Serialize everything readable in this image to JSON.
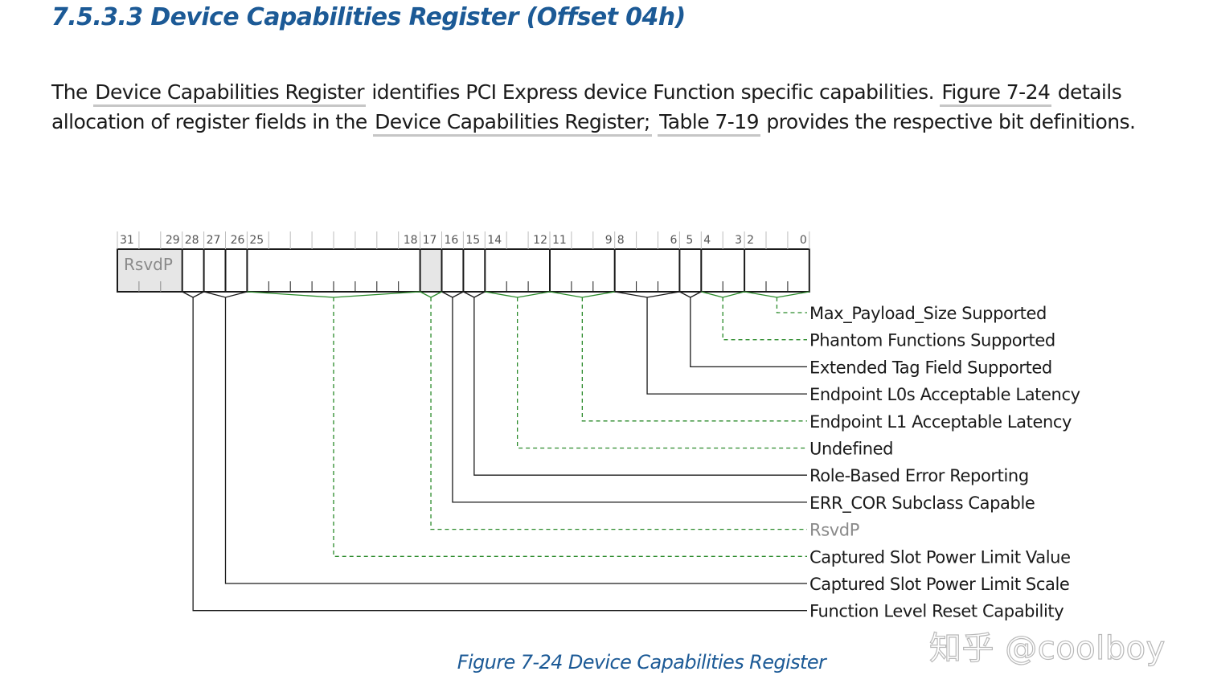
{
  "section": {
    "heading": "7.5.3.3 Device Capabilities Register (Offset 04h)"
  },
  "paragraph": {
    "line1_pre": "The ",
    "link_register_1": "Device Capabilities Register",
    "line1_mid": " identifies PCI Express device Function specific capabilities. ",
    "link_figure": "Figure  7-24",
    "line1_post": " details",
    "line2_pre": "allocation of register fields in the ",
    "link_register_2": "Device Capabilities Register;",
    "line2_mid": " ",
    "link_table": "Table  7-19",
    "line2_post": " provides the respective bit definitions."
  },
  "diagram": {
    "bit_labels": [
      "31",
      "29",
      "28",
      "27",
      "26",
      "25",
      "18",
      "17",
      "16",
      "15",
      "14",
      "12",
      "11",
      "9",
      "8",
      "6",
      "5",
      "4",
      "3",
      "2",
      "0"
    ],
    "reserved_label": "RsvdP",
    "fields": [
      {
        "label": "Max_Payload_Size Supported",
        "bits": "2:0",
        "style": "dashed"
      },
      {
        "label": "Phantom Functions Supported",
        "bits": "4:3",
        "style": "dashed"
      },
      {
        "label": "Extended Tag Field Supported",
        "bits": "5",
        "style": "solid"
      },
      {
        "label": "Endpoint L0s Acceptable Latency",
        "bits": "8:6",
        "style": "solid"
      },
      {
        "label": "Endpoint L1 Acceptable Latency",
        "bits": "11:9",
        "style": "dashed"
      },
      {
        "label": "Undefined",
        "bits": "14:12",
        "style": "dashed"
      },
      {
        "label": "Role-Based Error Reporting",
        "bits": "15",
        "style": "solid"
      },
      {
        "label": "ERR_COR Subclass Capable",
        "bits": "16",
        "style": "solid"
      },
      {
        "label": "RsvdP",
        "bits": "17",
        "style": "dashed",
        "muted": true
      },
      {
        "label": "Captured Slot Power Limit Value",
        "bits": "25:18",
        "style": "dashed"
      },
      {
        "label": "Captured Slot Power Limit Scale",
        "bits": "27:26",
        "style": "solid"
      },
      {
        "label": "Function Level Reset Capability",
        "bits": "28",
        "style": "solid"
      }
    ],
    "colors": {
      "solid_line": "#1a1a1a",
      "dashed_line": "#2a8a2a",
      "reserved_fill": "#e6e6e6",
      "muted_text": "#8a8a8a"
    }
  },
  "caption": "Figure  7-24  Device Capabilities Register",
  "watermark": "知乎 @coolboy"
}
